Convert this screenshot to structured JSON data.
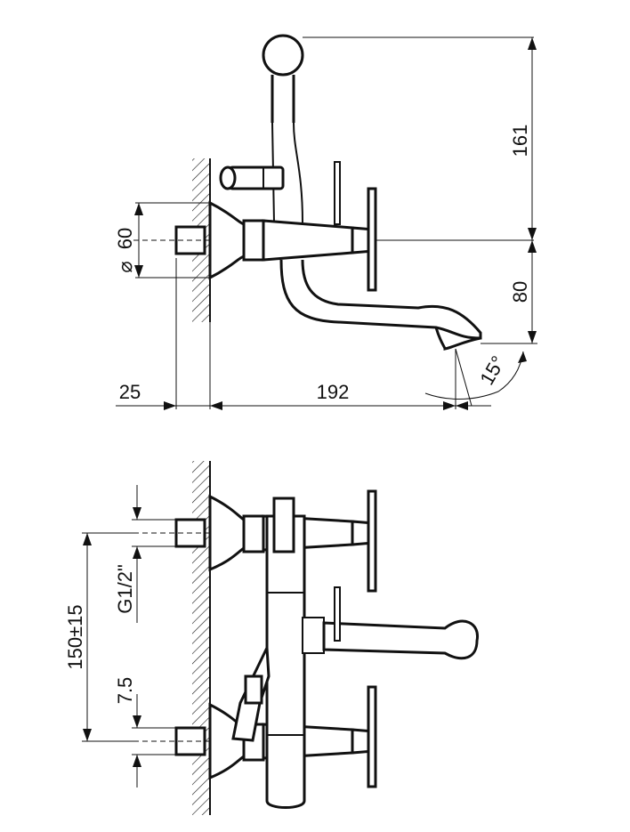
{
  "top_view": {
    "dim_height_upper": "161",
    "dim_height_lower": "80",
    "dim_wall_offset": "25",
    "dim_spout_reach": "192",
    "dim_flange_diameter": "60",
    "dim_flange_symbol": "⌀",
    "dim_spout_angle": "15°"
  },
  "bottom_view": {
    "dim_center_distance": "150±15",
    "dim_thread": "G1/2\"",
    "dim_offset": "7.5"
  }
}
